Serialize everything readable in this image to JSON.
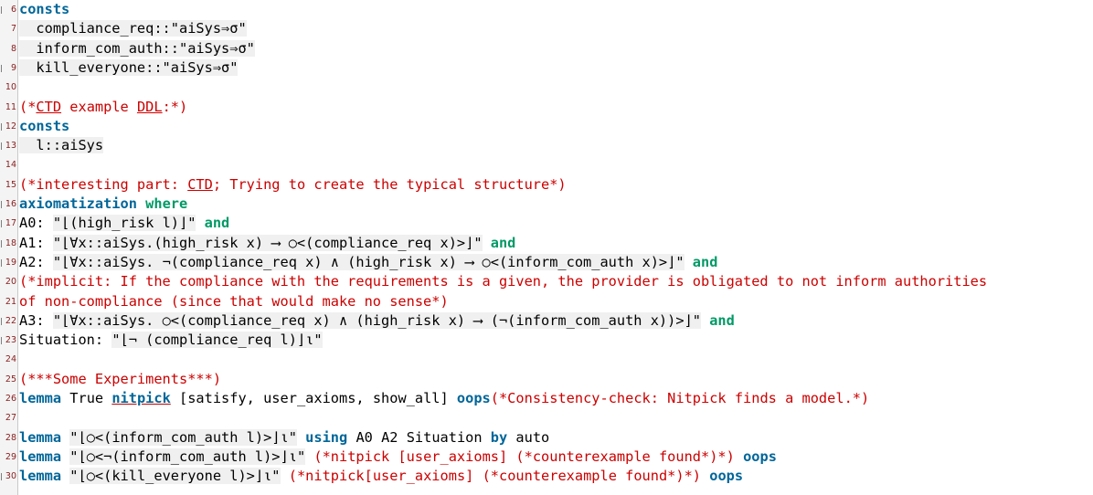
{
  "editor": {
    "lines": [
      {
        "no": "6",
        "fold": true,
        "segs": [
          {
            "t": "consts",
            "c": "kw"
          }
        ]
      },
      {
        "no": "7",
        "fold": false,
        "segs": [
          {
            "t": "  compliance_req::\"aiSys⇒σ\"",
            "c": "hl"
          }
        ]
      },
      {
        "no": "8",
        "fold": false,
        "segs": [
          {
            "t": "  inform_com_auth::\"aiSys⇒σ\"",
            "c": "hl"
          }
        ]
      },
      {
        "no": "9",
        "fold": true,
        "segs": [
          {
            "t": "  kill_everyone::\"aiSys⇒σ\"",
            "c": "hl"
          }
        ]
      },
      {
        "no": "10",
        "fold": false,
        "segs": []
      },
      {
        "no": "11",
        "fold": false,
        "segs": [
          {
            "t": "(*",
            "c": "cmt"
          },
          {
            "t": "CTD",
            "c": "cmt ul"
          },
          {
            "t": " example ",
            "c": "cmt"
          },
          {
            "t": "DDL",
            "c": "cmt ul"
          },
          {
            "t": ":*)",
            "c": "cmt"
          }
        ]
      },
      {
        "no": "12",
        "fold": true,
        "segs": [
          {
            "t": "consts",
            "c": "kw"
          }
        ]
      },
      {
        "no": "13",
        "fold": true,
        "segs": [
          {
            "t": "  l::aiSys",
            "c": "hl"
          }
        ]
      },
      {
        "no": "14",
        "fold": false,
        "segs": []
      },
      {
        "no": "15",
        "fold": false,
        "segs": [
          {
            "t": "(*interesting part: ",
            "c": "cmt"
          },
          {
            "t": "CTD",
            "c": "cmt ul"
          },
          {
            "t": "; Trying to create the typical structure*)",
            "c": "cmt"
          }
        ]
      },
      {
        "no": "16",
        "fold": true,
        "segs": [
          {
            "t": "axiomatization",
            "c": "kw"
          },
          {
            "t": " "
          },
          {
            "t": "where",
            "c": "kw2"
          }
        ]
      },
      {
        "no": "17",
        "fold": true,
        "segs": [
          {
            "t": "A0: "
          },
          {
            "t": "\"⌊(high_risk l)⌋\"",
            "c": "hl"
          },
          {
            "t": " "
          },
          {
            "t": "and",
            "c": "kw2"
          }
        ]
      },
      {
        "no": "18",
        "fold": true,
        "segs": [
          {
            "t": "A1: "
          },
          {
            "t": "\"⌊∀x::aiSys.(high_risk x) ⟶ ○<(compliance_req x)>⌋\"",
            "c": "hl"
          },
          {
            "t": " "
          },
          {
            "t": "and",
            "c": "kw2"
          }
        ]
      },
      {
        "no": "19",
        "fold": true,
        "segs": [
          {
            "t": "A2: "
          },
          {
            "t": "\"⌊∀x::aiSys. ¬(compliance_req x) ∧ (high_risk x) ⟶ ○<(inform_com_auth x)>⌋\"",
            "c": "hl"
          },
          {
            "t": " "
          },
          {
            "t": "and",
            "c": "kw2"
          }
        ]
      },
      {
        "no": "20",
        "fold": false,
        "segs": [
          {
            "t": "(*implicit: If the compliance with the requirements is a given, the provider is obligated to not inform authorities",
            "c": "cmt"
          }
        ]
      },
      {
        "no": "21",
        "fold": false,
        "segs": [
          {
            "t": "of non-compliance (since that would make no sense*)",
            "c": "cmt"
          }
        ]
      },
      {
        "no": "22",
        "fold": true,
        "segs": [
          {
            "t": "A3: "
          },
          {
            "t": "\"⌊∀x::aiSys. ○<(compliance_req x) ∧ (high_risk x) ⟶ (¬(inform_com_auth x))>⌋\"",
            "c": "hl"
          },
          {
            "t": " "
          },
          {
            "t": "and",
            "c": "kw2"
          }
        ]
      },
      {
        "no": "23",
        "fold": true,
        "segs": [
          {
            "t": "Situation: "
          },
          {
            "t": "\"⌊¬ (compliance_req l)⌋ι\"",
            "c": "hl"
          }
        ]
      },
      {
        "no": "24",
        "fold": false,
        "segs": []
      },
      {
        "no": "25",
        "fold": false,
        "segs": [
          {
            "t": "(***Some Experiments***)",
            "c": "cmt"
          }
        ]
      },
      {
        "no": "26",
        "fold": false,
        "segs": [
          {
            "t": "lemma",
            "c": "kw"
          },
          {
            "t": " True "
          },
          {
            "t": "nitpick",
            "c": "kw ul"
          },
          {
            "t": " [satisfy, user_axioms, show_all] "
          },
          {
            "t": "oops",
            "c": "kw"
          },
          {
            "t": "(*Consistency-check: Nitpick finds a model.*)",
            "c": "cmt"
          }
        ]
      },
      {
        "no": "27",
        "fold": false,
        "segs": []
      },
      {
        "no": "28",
        "fold": false,
        "segs": [
          {
            "t": "lemma",
            "c": "kw"
          },
          {
            "t": " "
          },
          {
            "t": "\"⌊○<(inform_com_auth l)>⌋ι\"",
            "c": "hl"
          },
          {
            "t": " "
          },
          {
            "t": "using",
            "c": "kw"
          },
          {
            "t": " A0 A2 Situation "
          },
          {
            "t": "by",
            "c": "kw"
          },
          {
            "t": " auto"
          }
        ]
      },
      {
        "no": "29",
        "fold": false,
        "segs": [
          {
            "t": "lemma",
            "c": "kw"
          },
          {
            "t": " "
          },
          {
            "t": "\"⌊○<¬(inform_com_auth l)>⌋ι\"",
            "c": "hl"
          },
          {
            "t": " "
          },
          {
            "t": "(*nitpick [user_axioms] (*counterexample found*)*)",
            "c": "cmt"
          },
          {
            "t": " "
          },
          {
            "t": "oops",
            "c": "kw"
          }
        ]
      },
      {
        "no": "30",
        "fold": true,
        "segs": [
          {
            "t": "lemma",
            "c": "kw"
          },
          {
            "t": " "
          },
          {
            "t": "\"⌊○<(kill_everyone l)>⌋ι\"",
            "c": "hl"
          },
          {
            "t": " "
          },
          {
            "t": "(*nitpick[user_axioms] (*counterexample found*)*)",
            "c": "cmt"
          },
          {
            "t": " "
          },
          {
            "t": "oops",
            "c": "kw"
          }
        ]
      }
    ]
  }
}
